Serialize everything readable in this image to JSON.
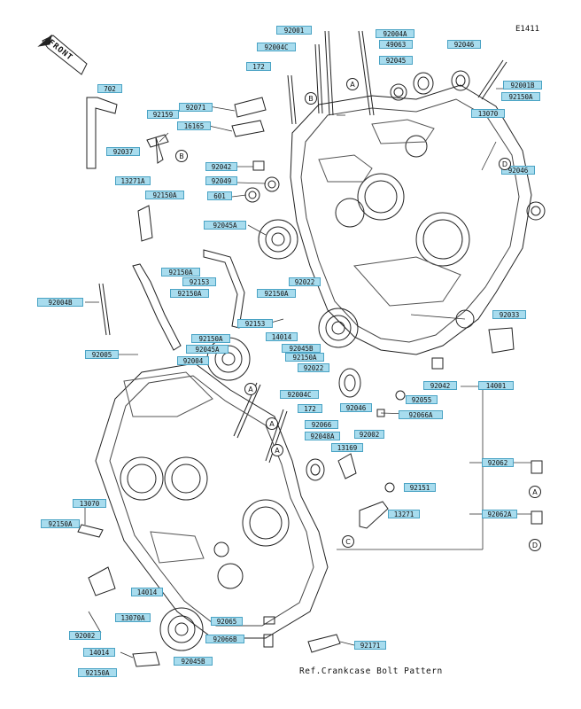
{
  "figure_code": "E1411",
  "front_label": "FRONT",
  "reference_note": "Ref.Crankcase Bolt Pattern",
  "callouts": [
    {
      "id": "c1",
      "text": "92001"
    },
    {
      "id": "c2",
      "text": "92004A"
    },
    {
      "id": "c3",
      "text": "92004C"
    },
    {
      "id": "c4",
      "text": "49063"
    },
    {
      "id": "c5",
      "text": "92046"
    },
    {
      "id": "c6",
      "text": "172"
    },
    {
      "id": "c7",
      "text": "92045"
    },
    {
      "id": "c8",
      "text": "92001B"
    },
    {
      "id": "c9",
      "text": "702"
    },
    {
      "id": "c10",
      "text": "92071"
    },
    {
      "id": "c11",
      "text": "92150A"
    },
    {
      "id": "c12",
      "text": "92159"
    },
    {
      "id": "c13",
      "text": "13070"
    },
    {
      "id": "c14",
      "text": "16165"
    },
    {
      "id": "c15",
      "text": "92037"
    },
    {
      "id": "c16",
      "text": "92042"
    },
    {
      "id": "c17",
      "text": "92046"
    },
    {
      "id": "c18",
      "text": "92049"
    },
    {
      "id": "c19",
      "text": "13271A"
    },
    {
      "id": "c20",
      "text": "92150A"
    },
    {
      "id": "c21",
      "text": "601"
    },
    {
      "id": "c22",
      "text": "92045A"
    },
    {
      "id": "c23",
      "text": "92150A"
    },
    {
      "id": "c24",
      "text": "92153"
    },
    {
      "id": "c25",
      "text": "92022"
    },
    {
      "id": "c26",
      "text": "92004B"
    },
    {
      "id": "c27",
      "text": "92150A"
    },
    {
      "id": "c28",
      "text": "92150A"
    },
    {
      "id": "c29",
      "text": "92033"
    },
    {
      "id": "c30",
      "text": "92150A"
    },
    {
      "id": "c31",
      "text": "92153"
    },
    {
      "id": "c32",
      "text": "14014"
    },
    {
      "id": "c33",
      "text": "92045A"
    },
    {
      "id": "c34",
      "text": "92045B"
    },
    {
      "id": "c35",
      "text": "92005"
    },
    {
      "id": "c36",
      "text": "92004"
    },
    {
      "id": "c37",
      "text": "92150A"
    },
    {
      "id": "c38",
      "text": "92022"
    },
    {
      "id": "c39",
      "text": "92042"
    },
    {
      "id": "c40",
      "text": "14001"
    },
    {
      "id": "c41",
      "text": "92046"
    },
    {
      "id": "c42",
      "text": "92055"
    },
    {
      "id": "c43",
      "text": "92004C"
    },
    {
      "id": "c44",
      "text": "172"
    },
    {
      "id": "c45",
      "text": "92066A"
    },
    {
      "id": "c46",
      "text": "92066"
    },
    {
      "id": "c47",
      "text": "92048A"
    },
    {
      "id": "c48",
      "text": "92002"
    },
    {
      "id": "c49",
      "text": "13169"
    },
    {
      "id": "c50",
      "text": "92062"
    },
    {
      "id": "c51",
      "text": "92151"
    },
    {
      "id": "c52",
      "text": "13070"
    },
    {
      "id": "c53",
      "text": "13271"
    },
    {
      "id": "c54",
      "text": "92150A"
    },
    {
      "id": "c55",
      "text": "92062A"
    },
    {
      "id": "c56",
      "text": "14014"
    },
    {
      "id": "c57",
      "text": "13070A"
    },
    {
      "id": "c58",
      "text": "92002"
    },
    {
      "id": "c59",
      "text": "92065"
    },
    {
      "id": "c60",
      "text": "92066B"
    },
    {
      "id": "c61",
      "text": "14014"
    },
    {
      "id": "c62",
      "text": "92171"
    },
    {
      "id": "c63",
      "text": "92045B"
    },
    {
      "id": "c64",
      "text": "92150A"
    }
  ],
  "ref_circles": [
    {
      "id": "r1",
      "text": "A"
    },
    {
      "id": "r2",
      "text": "B"
    },
    {
      "id": "r3",
      "text": "B"
    },
    {
      "id": "r4",
      "text": "D"
    },
    {
      "id": "r5",
      "text": "A"
    },
    {
      "id": "r6",
      "text": "A"
    },
    {
      "id": "r7",
      "text": "A"
    },
    {
      "id": "r8",
      "text": "C"
    },
    {
      "id": "r9",
      "text": "A"
    },
    {
      "id": "r10",
      "text": "D"
    }
  ]
}
